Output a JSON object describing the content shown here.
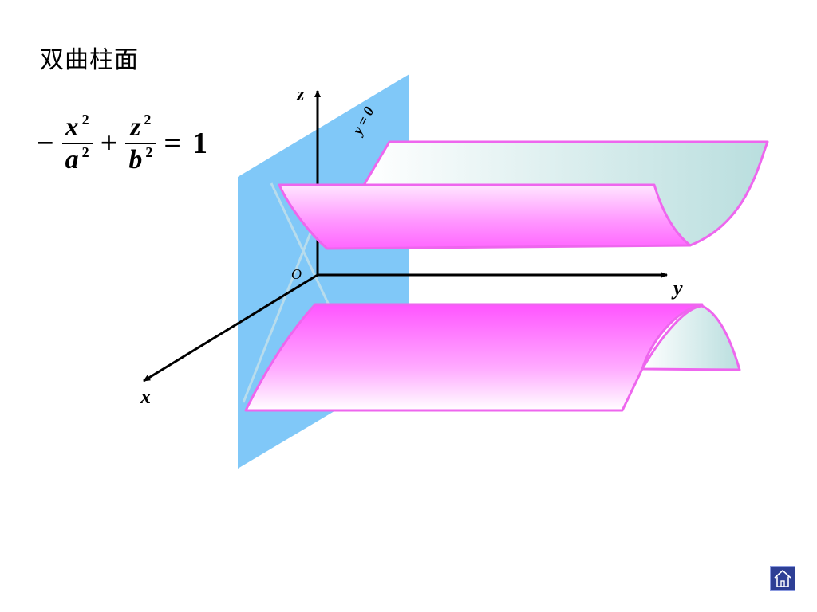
{
  "title": "双曲柱面",
  "equation": {
    "minus": "−",
    "term1": {
      "numerator": "x",
      "denominator": "a",
      "exponent": "2"
    },
    "plus": "+",
    "term2": {
      "numerator": "z",
      "denominator": "b",
      "exponent": "2"
    },
    "equals": "=",
    "rhs": "1"
  },
  "diagram": {
    "plane_label": "y = 0",
    "axis_z_label": "z",
    "axis_y_label": "y",
    "axis_x_label": "x",
    "origin_label": "O",
    "colors": {
      "plane": "#80c8f8",
      "surface_edge": "#ee66ee",
      "surface_fill": "#ff66ff",
      "inner_fill": "#d8eeee",
      "asymptote": "#b8dcec"
    }
  },
  "navigation": {
    "home_icon": "home-icon"
  }
}
